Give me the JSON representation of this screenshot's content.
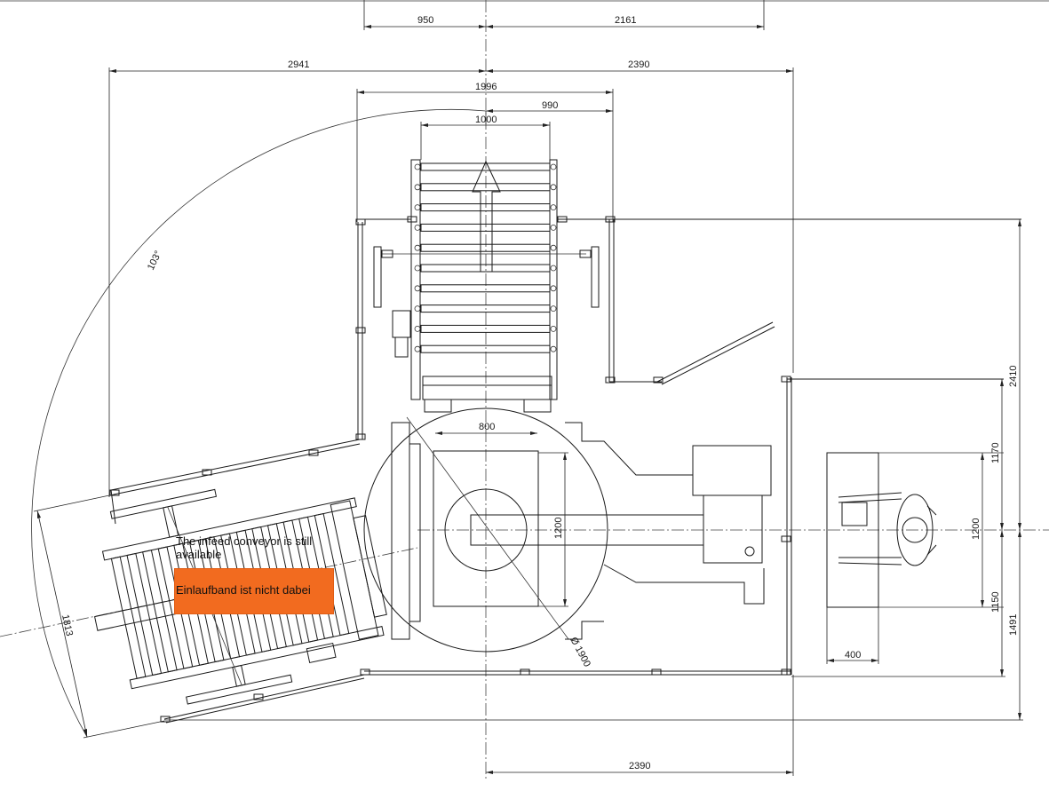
{
  "dimensions": {
    "top_left": "950",
    "top_right": "2161",
    "overall_left": "2941",
    "overall_right": "2390",
    "fence_width": "1996",
    "half_width": "990",
    "conveyor_width": "1000",
    "angle": "103°",
    "turntable_inner": "800",
    "turntable_depth": "1200",
    "turntable_diameter": "Ø 1900",
    "operator_depth": "1200",
    "operator_width": "400",
    "right_upper": "1170",
    "right_lower": "1150",
    "right_total_upper": "2410",
    "right_total_lower": "1491",
    "infeed_length": "1813",
    "bottom": "2390"
  },
  "notes": {
    "english": "The infeed conveyor is still available",
    "german": "Einlaufband ist nicht dabei",
    "german_bg": "#f26b1f"
  }
}
